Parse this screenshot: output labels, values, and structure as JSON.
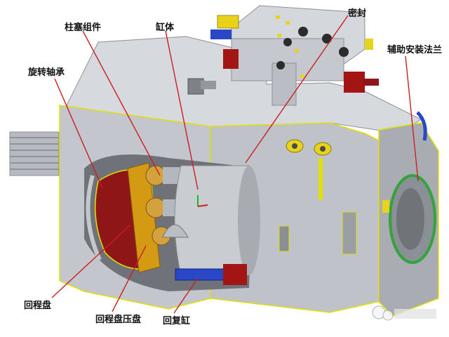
{
  "labels": {
    "seal": "密封",
    "plunger_assembly": "柱塞组件",
    "cylinder_block": "缸体",
    "slewing_bearing": "旋转轴承",
    "aux_mounting_flange": "辅助安装法兰",
    "return_plate": "回程盘",
    "return_plate_holder": "回程盘压盘",
    "return_cylinder": "回复缸"
  },
  "colors": {
    "body": "#c8cbd1",
    "body_dark": "#9da1a8",
    "outline": "#e2e000",
    "swashplate": "#8e1616",
    "plate_holder": "#d49a14",
    "valve_red": "#a31515",
    "valve_blue": "#2848c8",
    "valve_yellow": "#e8d21a",
    "leader": "#cc1f1f",
    "seal_ring": "#33a33a"
  }
}
